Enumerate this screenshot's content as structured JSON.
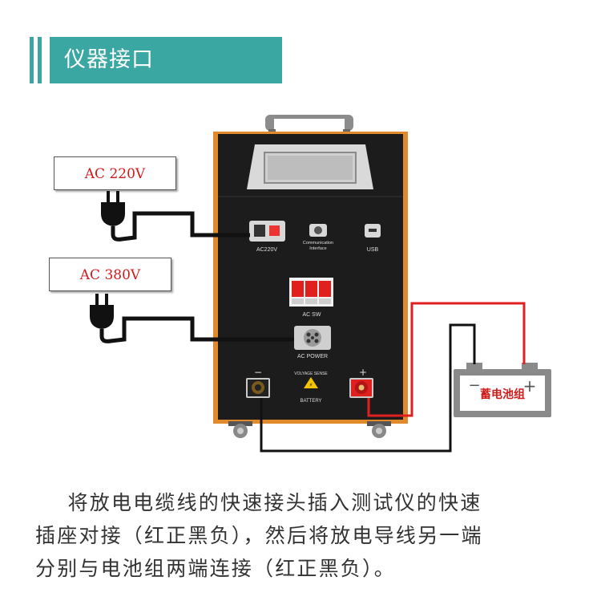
{
  "header": {
    "title": "仪器接口"
  },
  "inputs": {
    "ac220_label": "AC 220V",
    "ac380_label": "AC 380V"
  },
  "device": {
    "ac220v_port_label": "AC220V",
    "comm_label_line1": "Communication",
    "comm_label_line2": "Interface",
    "usb_label": "USB",
    "ac_sw_label": "AC  SW",
    "ac_power_label": "AC POWER",
    "voltage_sense_label": "VOLYAGE SENSE",
    "battery_label": "BATTERY",
    "minus_sign": "−",
    "plus_sign": "+"
  },
  "battery": {
    "label": "蓄电池组",
    "minus_sign": "−",
    "plus_sign": "+"
  },
  "description": {
    "line1": "    将放电电缆线的快速接头插入测试仪的快速",
    "line2": "插座对接（红正黑负），然后将放电导线另一端",
    "line3": "分别与电池组两端连接（红正黑负）。"
  },
  "colors": {
    "accent": "#3aa7a3",
    "device_frame": "#e08a2c",
    "device_body": "#1c1c1c",
    "positive_wire": "#e01f1f",
    "label_red": "#d11a1a"
  }
}
